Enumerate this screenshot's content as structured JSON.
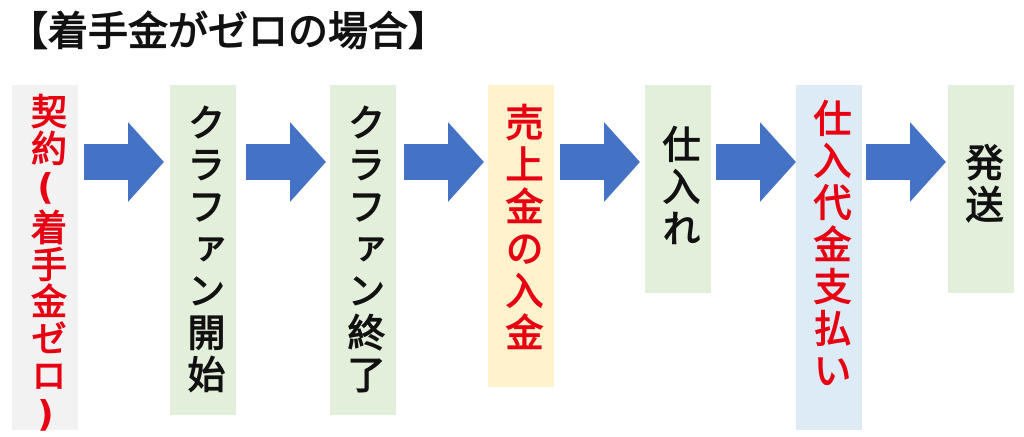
{
  "title": "【着手金がゼロの場合】",
  "steps": [
    {
      "label": "契約(着手金ゼロ)",
      "color": "#e60012",
      "bg": "#f2f2f2"
    },
    {
      "label": "クラファン開始",
      "color": "#111111",
      "bg": "#e2efda"
    },
    {
      "label": "クラファン終了",
      "color": "#111111",
      "bg": "#e2efda"
    },
    {
      "label": "売上金の入金",
      "color": "#e60012",
      "bg": "#fff2cc"
    },
    {
      "label": "仕入れ",
      "color": "#111111",
      "bg": "#e2efda"
    },
    {
      "label": "仕入代金支払い",
      "color": "#e60012",
      "bg": "#ddebf7"
    },
    {
      "label": "発送",
      "color": "#111111",
      "bg": "#e2efda"
    }
  ],
  "colors": {
    "arrow": "#4472c4",
    "accent_red": "#e60012"
  },
  "icons": {
    "arrow": "right-arrow-icon"
  }
}
